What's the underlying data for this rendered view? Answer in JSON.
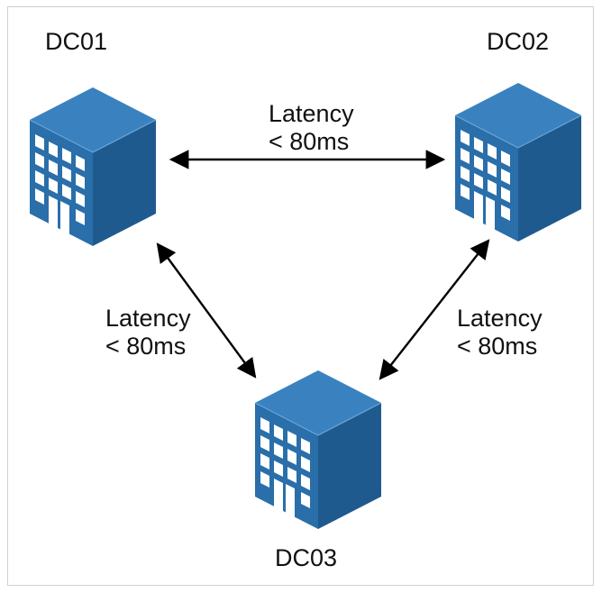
{
  "nodes": {
    "dc01": {
      "label": "DC01"
    },
    "dc02": {
      "label": "DC02"
    },
    "dc03": {
      "label": "DC03"
    }
  },
  "links": {
    "dc01_dc02": {
      "line1": "Latency",
      "line2": "< 80ms"
    },
    "dc01_dc03": {
      "line1": "Latency",
      "line2": "< 80ms"
    },
    "dc02_dc03": {
      "line1": "Latency",
      "line2": "< 80ms"
    }
  },
  "colors": {
    "building_front": "#2a6eaa",
    "building_side": "#1f5a8f",
    "building_top": "#3a82bf",
    "window": "#ffffff",
    "arrow": "#000000"
  },
  "icons": {
    "building": "datacenter-building-icon"
  }
}
